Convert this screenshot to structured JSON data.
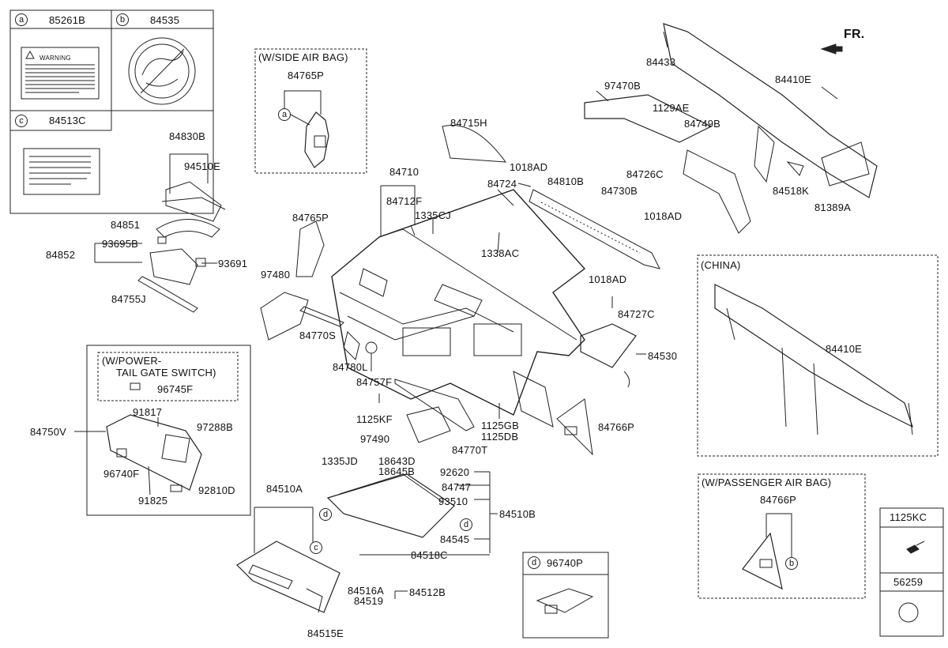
{
  "orientation": {
    "text": "FR."
  },
  "legend_boxes": {
    "a": {
      "letter": "a",
      "part": "85261B",
      "warning_text": "WARNING"
    },
    "b": {
      "letter": "b",
      "part": "84535"
    },
    "c": {
      "letter": "c",
      "part": "84513C"
    },
    "d": {
      "letter": "d",
      "part": "96740P"
    }
  },
  "groups": {
    "side_airbag": "(W/SIDE AIR BAG)",
    "power_tailgate_1": "(W/POWER-",
    "power_tailgate_2": "TAIL GATE SWITCH)",
    "china": "(CHINA)",
    "passenger_airbag": "(W/PASSENGER AIR BAG)"
  },
  "fastener_table": {
    "top": "1125KC",
    "bottom": "56259"
  },
  "callouts": {
    "c84433": "84433",
    "c97470B": "97470B",
    "c1129AE": "1129AE",
    "c84410E": "84410E",
    "c84749B": "84749B",
    "c84518K": "84518K",
    "c81389A": "81389A",
    "c84726C": "84726C",
    "c84730B": "84730B",
    "c1018AD_a": "1018AD",
    "c84715H": "84715H",
    "c1018AD_b": "1018AD",
    "c84810B": "84810B",
    "c84710": "84710",
    "c84712F": "84712F",
    "c84724": "84724",
    "c1335CJ": "1335CJ",
    "c1338AC": "1338AC",
    "c84765P_top": "84765P",
    "c84830B": "84830B",
    "c94510E": "94510E",
    "c84851": "84851",
    "c93695B": "93695B",
    "c84852": "84852",
    "c93691": "93691",
    "c84755J": "84755J",
    "c84765P_mid": "84765P",
    "c97480": "97480",
    "c84770S": "84770S",
    "c84780L": "84780L",
    "c84757F": "84757F",
    "c1125KF": "1125KF",
    "c97490": "97490",
    "c84770T": "84770T",
    "c1125GB": "1125GB",
    "c1125DB": "1125DB",
    "c1018AD_c": "1018AD",
    "c84727C": "84727C",
    "c84530": "84530",
    "c84766P": "84766P",
    "c96745F": "96745F",
    "c84750V": "84750V",
    "c91817": "91817",
    "c97288B": "97288B",
    "c96740F": "96740F",
    "c91825": "91825",
    "c92810D": "92810D",
    "c1335JD": "1335JD",
    "c18643D": "18643D",
    "c18645B": "18645B",
    "c92620": "92620",
    "c84747": "84747",
    "c93510": "93510",
    "c84510B": "84510B",
    "c84545": "84545",
    "c84518C": "84518C",
    "c84510A": "84510A",
    "c84516A": "84516A",
    "c84519": "84519",
    "c84512B": "84512B",
    "c84515E": "84515E",
    "c84410E_china": "84410E",
    "c84766P_pab": "84766P"
  },
  "circle_letters": {
    "a": "a",
    "b": "b",
    "c": "c",
    "d": "d"
  }
}
